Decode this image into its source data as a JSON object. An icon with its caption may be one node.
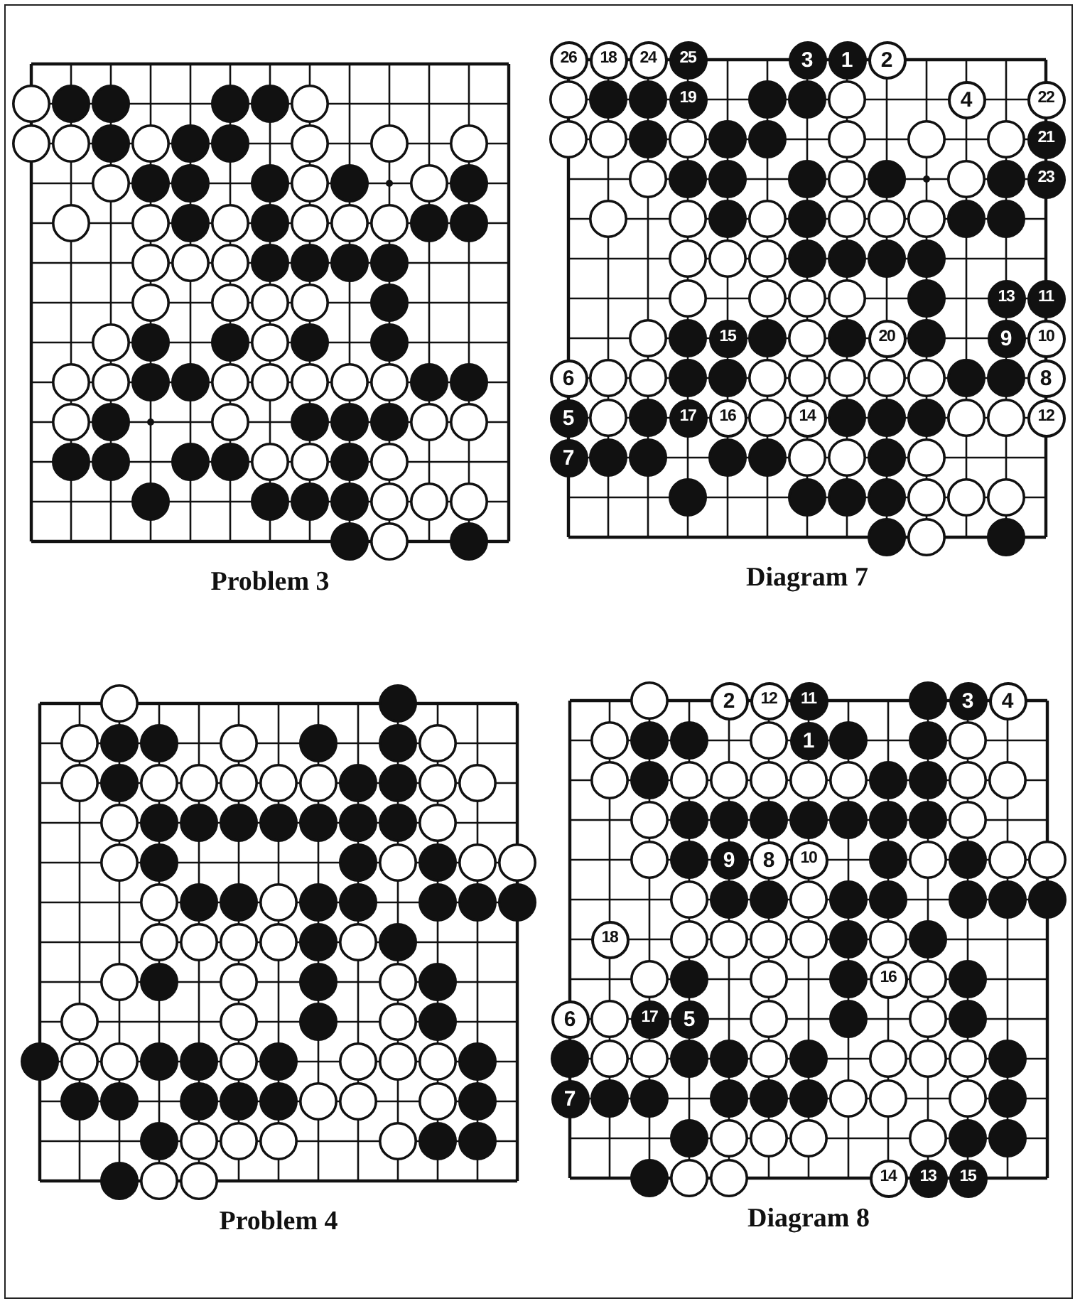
{
  "diagram": {
    "nodes": [
      {
        "text": [
          "Problem 3"
        ]
      },
      {
        "text": [
          "Diagram 7"
        ]
      },
      {
        "text": [
          "26"
        ],
        "in": 1
      },
      {
        "text": [
          "18"
        ],
        "in": 1
      },
      {
        "text": [
          "24"
        ],
        "in": 1
      },
      {
        "text": [
          "25"
        ],
        "in": 1
      },
      {
        "text": [
          "3"
        ],
        "in": 1
      },
      {
        "text": [
          "1"
        ],
        "in": 1
      },
      {
        "text": [
          "2"
        ],
        "in": 1
      },
      {
        "text": [
          "19"
        ],
        "in": 1
      },
      {
        "text": [
          "4"
        ],
        "in": 1
      },
      {
        "text": [
          "22"
        ],
        "in": 1
      },
      {
        "text": [
          "21"
        ],
        "in": 1
      },
      {
        "text": [
          "23"
        ],
        "in": 1
      },
      {
        "text": [
          "13"
        ],
        "in": 1
      },
      {
        "text": [
          "11"
        ],
        "in": 1
      },
      {
        "text": [
          "15"
        ],
        "in": 1
      },
      {
        "text": [
          "20"
        ],
        "in": 1
      },
      {
        "text": [
          "9"
        ],
        "in": 1
      },
      {
        "text": [
          "10"
        ],
        "in": 1
      },
      {
        "text": [
          "6"
        ],
        "in": 1
      },
      {
        "text": [
          "8"
        ],
        "in": 1
      },
      {
        "text": [
          "5"
        ],
        "in": 1
      },
      {
        "text": [
          "17"
        ],
        "in": 1
      },
      {
        "text": [
          "16"
        ],
        "in": 1
      },
      {
        "text": [
          "14"
        ],
        "in": 1
      },
      {
        "text": [
          "12"
        ],
        "in": 1
      },
      {
        "text": [
          "7"
        ],
        "in": 1
      },
      {
        "text": [
          "Problem 4"
        ]
      },
      {
        "text": [
          "Diagram 8"
        ]
      },
      {
        "text": [
          "2"
        ],
        "in": 29
      },
      {
        "text": [
          "12"
        ],
        "in": 29
      },
      {
        "text": [
          "11"
        ],
        "in": 29
      },
      {
        "text": [
          "3"
        ],
        "in": 29
      },
      {
        "text": [
          "4"
        ],
        "in": 29
      },
      {
        "text": [
          "1"
        ],
        "in": 29
      },
      {
        "text": [
          "9"
        ],
        "in": 29
      },
      {
        "text": [
          "8"
        ],
        "in": 29
      },
      {
        "text": [
          "10"
        ],
        "in": 29
      },
      {
        "text": [
          "18"
        ],
        "in": 29
      },
      {
        "text": [
          "16"
        ],
        "in": 29
      },
      {
        "text": [
          "6"
        ],
        "in": 29
      },
      {
        "text": [
          "17"
        ],
        "in": 29
      },
      {
        "text": [
          "5"
        ],
        "in": 29
      },
      {
        "text": [
          "7"
        ],
        "in": 29
      },
      {
        "text": [
          "14"
        ],
        "in": 29
      },
      {
        "text": [
          "13"
        ],
        "in": 29
      },
      {
        "text": [
          "15"
        ],
        "in": 29
      }
    ]
  }
}
